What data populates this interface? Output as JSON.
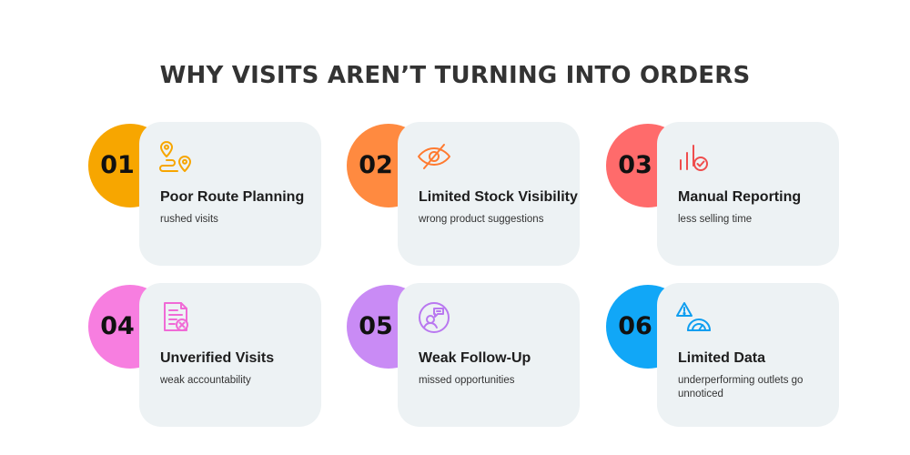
{
  "title": "WHY VISITS AREN’T TURNING INTO ORDERS",
  "items": [
    {
      "number": "01",
      "heading": "Poor Route Planning",
      "description": "rushed visits",
      "color": "#f7a600",
      "icon": "route-pin-icon"
    },
    {
      "number": "02",
      "heading": "Limited Stock Visibility",
      "description": "wrong product suggestions",
      "color": "#ff8a40",
      "icon": "eye-slash-icon"
    },
    {
      "number": "03",
      "heading": "Manual Reporting",
      "description": "less selling time",
      "color": "#ff6b6b",
      "icon": "bar-check-icon"
    },
    {
      "number": "04",
      "heading": "Unverified Visits",
      "description": "weak accountability",
      "color": "#f77ee0",
      "icon": "document-x-icon"
    },
    {
      "number": "05",
      "heading": "Weak Follow-Up",
      "description": "missed opportunities",
      "color": "#c98bf5",
      "icon": "person-chat-icon"
    },
    {
      "number": "06",
      "heading": "Limited Data",
      "description": "underperforming outlets go unnoticed",
      "color": "#11a7f7",
      "icon": "gauge-warning-icon"
    }
  ]
}
